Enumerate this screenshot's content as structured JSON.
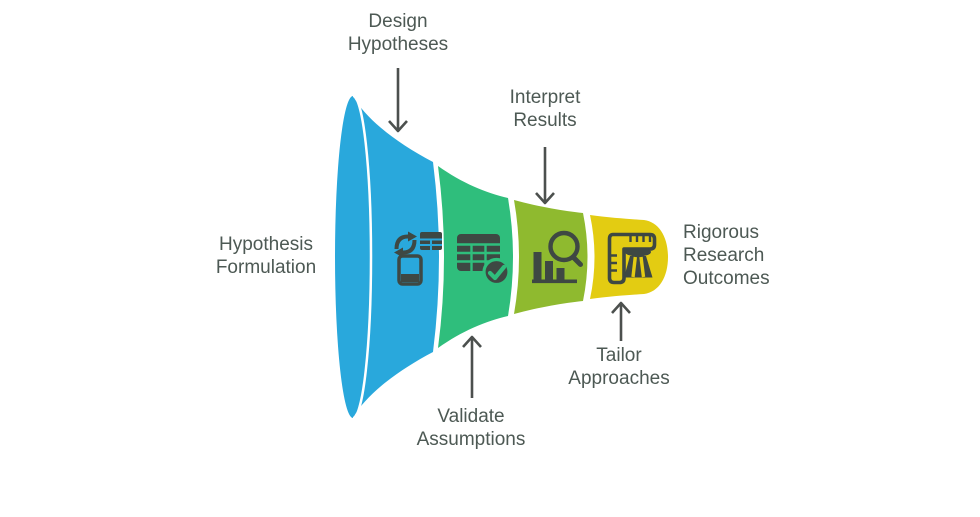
{
  "funnel": {
    "input_label": "Hypothesis Formulation",
    "output_label": "Rigorous Research Outcomes",
    "segments": [
      {
        "callout": "Design Hypotheses",
        "callout_position": "top",
        "color": "#29A8DC",
        "icon": "phone-sync-table-icon"
      },
      {
        "callout": "Validate Assumptions",
        "callout_position": "bottom",
        "color": "#2FBE7C",
        "icon": "spreadsheet-check-icon"
      },
      {
        "callout": "Interpret Results",
        "callout_position": "top",
        "color": "#8FBA2F",
        "icon": "bar-chart-magnifier-icon"
      },
      {
        "callout": "Tailor Approaches",
        "callout_position": "bottom",
        "color": "#E3CC12",
        "icon": "framing-square-measure-icon"
      }
    ],
    "colors": {
      "text": "#4D5954",
      "arrow": "#4C504E",
      "icon": "#3E4843",
      "separator": "#FFFFFF",
      "background": "#FFFFFF"
    }
  }
}
